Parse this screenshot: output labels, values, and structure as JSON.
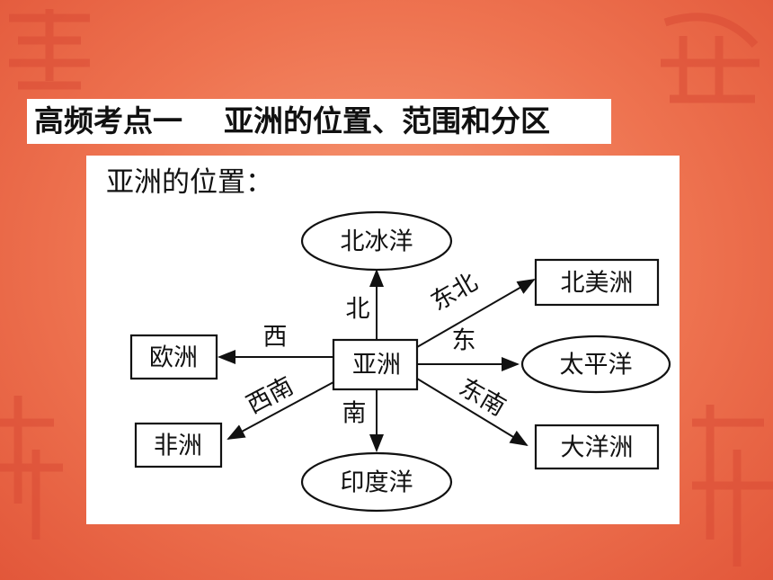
{
  "title": "高频考点一    亚洲的位置、范围和分区",
  "subtitle": "亚洲的位置：",
  "diagram": {
    "center": "亚洲",
    "nodes": {
      "north": "北冰洋",
      "northeast": "北美洲",
      "east": "太平洋",
      "southeast": "大洋洲",
      "south": "印度洋",
      "southwest": "非洲",
      "west": "欧洲"
    },
    "directions": {
      "north": "北",
      "northeast": "东北",
      "east": "东",
      "southeast": "东南",
      "south": "南",
      "southwest": "西南",
      "west": "西"
    }
  },
  "colors": {
    "background": "#ee7350",
    "pattern": "#d94a34",
    "panel": "#ffffff",
    "ink": "#111111"
  }
}
